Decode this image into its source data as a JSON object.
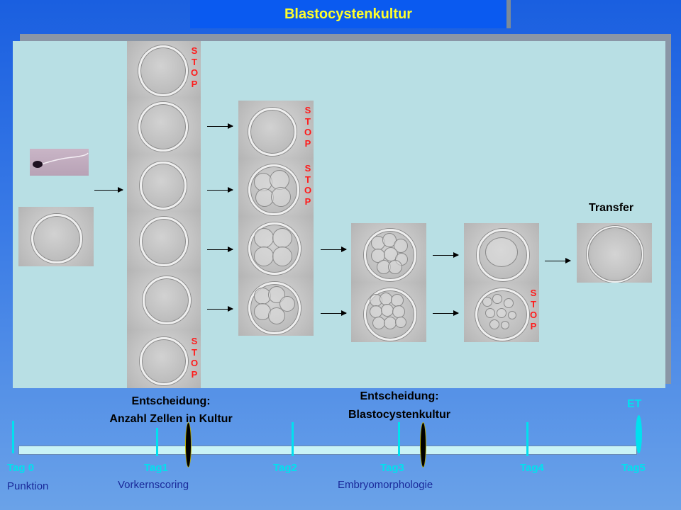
{
  "title": "Blastocystenkultur",
  "stop_text": "STOP",
  "transfer_label": "Transfer",
  "decisions": [
    {
      "line1": "Entscheidung:",
      "line2": "Anzahl Zellen in Kultur"
    },
    {
      "line1": "Entscheidung:",
      "line2": "Blastocystenkultur"
    }
  ],
  "timeline": {
    "et_label": "ET",
    "days": [
      {
        "label": "Tag 0",
        "sub": "Punktion"
      },
      {
        "label": "Tag1",
        "sub": "Vorkernscoring"
      },
      {
        "label": "Tag2",
        "sub": ""
      },
      {
        "label": "Tag3",
        "sub": "Embryomorphologie"
      },
      {
        "label": "Tag4",
        "sub": ""
      },
      {
        "label": "Tag5",
        "sub": ""
      }
    ]
  },
  "colors": {
    "title_text": "#ffff2a",
    "stop_text": "#ff1a1a",
    "timeline_label": "#00e1ef",
    "timeline_sub": "#1a2a9a"
  }
}
